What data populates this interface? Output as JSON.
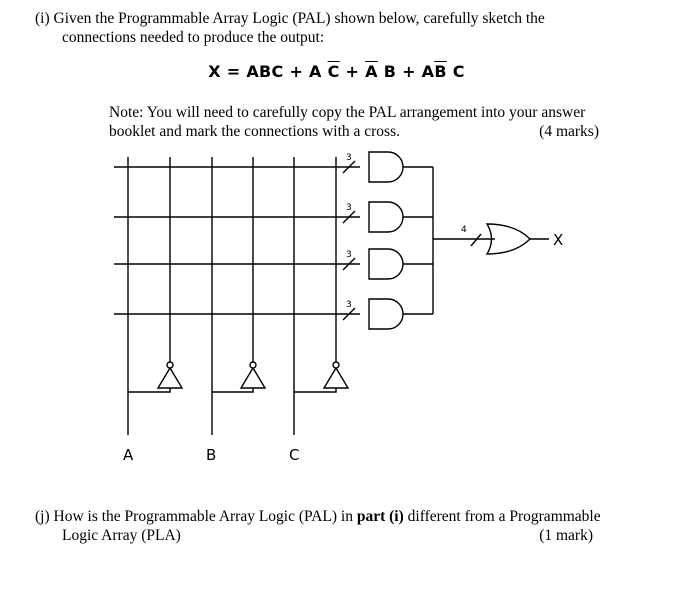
{
  "question_i": {
    "line1": "(i)  Given the Programmable Array Logic (PAL) shown below, carefully sketch the",
    "line2": "connections needed to produce the output:"
  },
  "equation": {
    "lhs": "X",
    "eq": "=",
    "t1": "ABC",
    "p1": "+",
    "t2a": "A",
    "t2b": "C",
    "p2": "+",
    "t3a": "A",
    "t3b": "B",
    "p3": "+",
    "t4a": "A",
    "t4b": "B",
    "t4c": "C"
  },
  "note": {
    "line1": "Note: You will need to carefully copy the PAL arrangement into your answer",
    "line2": "booklet and mark the connections with a cross.",
    "marks": "(4 marks)"
  },
  "diagram": {
    "inputs": [
      "A",
      "B",
      "C"
    ],
    "and_input_count": "3",
    "or_input_count": "4",
    "output": "X"
  },
  "question_j": {
    "line1_a": "(j)  How is the Programmable Array Logic (PAL) in ",
    "line1_b": "part (i)",
    "line1_c": " different from a Programmable",
    "line2": "Logic Array (PLA)",
    "marks": "(1 mark)"
  }
}
